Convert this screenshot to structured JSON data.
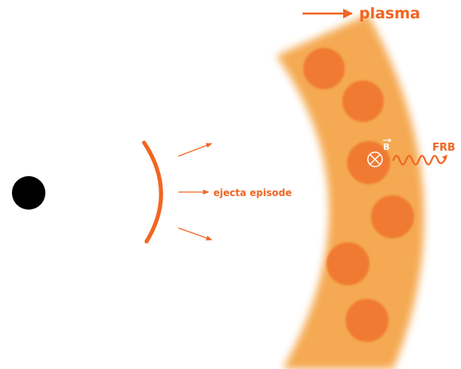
{
  "labels": {
    "plasma": "plasma",
    "ejecta": "ejecta episode",
    "field": "B",
    "frb": "FRB"
  },
  "colors": {
    "accent": "#F26522",
    "plasma_fill": "#F4A54A",
    "blob_fill": "#F07A33",
    "central_object": "#000000",
    "field_symbol": "#FFFFFF"
  },
  "icons": {
    "central_object": "black-circle",
    "field_symbol": "circled-x-into-page",
    "field_vector": "vector-arrow-over-b",
    "frb_wave": "wavy-arrow"
  }
}
